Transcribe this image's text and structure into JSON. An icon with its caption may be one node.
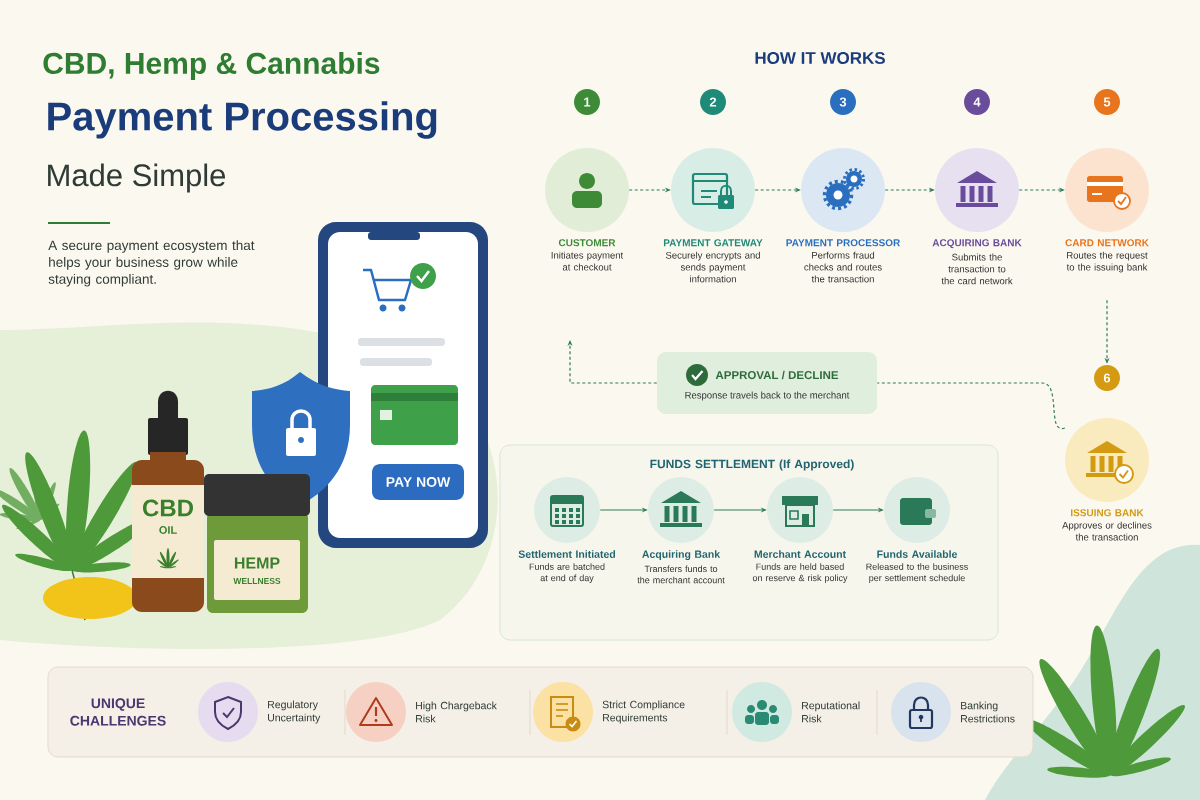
{
  "diagram": {
    "title": "CBD, Hemp & Cannabis",
    "nodes": [
      {
        "text": [
          "CUSTOMER",
          "Initiates payment at checkout"
        ],
        "beside": [
          "1"
        ]
      },
      {
        "text": [
          "PAYMENT GATEWAY",
          "Securely encrypts and sends payment information"
        ],
        "beside": [
          "2"
        ]
      },
      {
        "text": [
          "PAYMENT PROCESSOR",
          "Performs fraud checks and routes the transaction"
        ],
        "beside": [
          "3"
        ]
      },
      {
        "text": [
          "ACQUIRING BANK",
          "Submits the transaction to the card network"
        ],
        "beside": [
          "4"
        ]
      },
      {
        "text": [
          "CARD NETWORK",
          "Routes the request to the issuing bank"
        ],
        "beside": [
          "5"
        ]
      },
      {
        "text": [
          "ISSUING BANK",
          "Approves or declines the transaction"
        ],
        "beside": [
          "6"
        ]
      },
      {
        "text": [
          "APPROVAL / DECLINE",
          "Response travels back to the merchant"
        ]
      },
      {
        "text": [
          "FUNDS SETTLEMENT (If Approved)"
        ]
      },
      {
        "text": [
          "Settlement Initiated",
          "Funds are batched at end of day"
        ],
        "in": 7
      },
      {
        "text": [
          "Acquiring Bank",
          "Transfers funds to the merchant account"
        ],
        "in": 7
      },
      {
        "text": [
          "Merchant Account",
          "Funds are held based on reserve & risk policy"
        ],
        "in": 7
      },
      {
        "text": [
          "Funds Available",
          "Released to the business per settlement schedule"
        ],
        "in": 7
      },
      {
        "text": [
          "UNIQUE CHALLENGES"
        ]
      },
      {
        "text": [
          "Regulatory Uncertainty"
        ],
        "in": 12
      },
      {
        "text": [
          "High Chargeback Risk"
        ],
        "in": 12
      },
      {
        "text": [
          "Strict Compliance Requirements"
        ],
        "in": 12
      },
      {
        "text": [
          "Reputational Risk"
        ],
        "in": 12
      },
      {
        "text": [
          "Banking Restrictions"
        ],
        "in": 12
      }
    ],
    "edges": [
      {
        "from": 0,
        "to": 1,
        "arrow": "to",
        "style": "dashed"
      },
      {
        "from": 1,
        "to": 2,
        "arrow": "to",
        "style": "dashed"
      },
      {
        "from": 2,
        "to": 3,
        "arrow": "to",
        "style": "dashed"
      },
      {
        "from": 3,
        "to": 4,
        "arrow": "to",
        "style": "dashed"
      },
      {
        "from": 4,
        "to": 5,
        "arrow": "to",
        "style": "dashed"
      },
      {
        "from": 5,
        "to": 6,
        "arrow": "none",
        "style": "dashed"
      },
      {
        "from": 6,
        "to": null,
        "arrow": "to",
        "style": "dashed"
      },
      {
        "from": 8,
        "to": 9,
        "arrow": "to"
      },
      {
        "from": 9,
        "to": 10,
        "arrow": "to"
      },
      {
        "from": 10,
        "to": 11,
        "arrow": "to"
      }
    ],
    "labels": [
      "Payment Processing",
      "Made Simple",
      "A secure payment ecosystem that helps your business grow while staying compliant.",
      "HOW IT WORKS",
      "CBD",
      "OIL",
      "HEMP",
      "WELLNESS",
      "PAY NOW"
    ]
  }
}
